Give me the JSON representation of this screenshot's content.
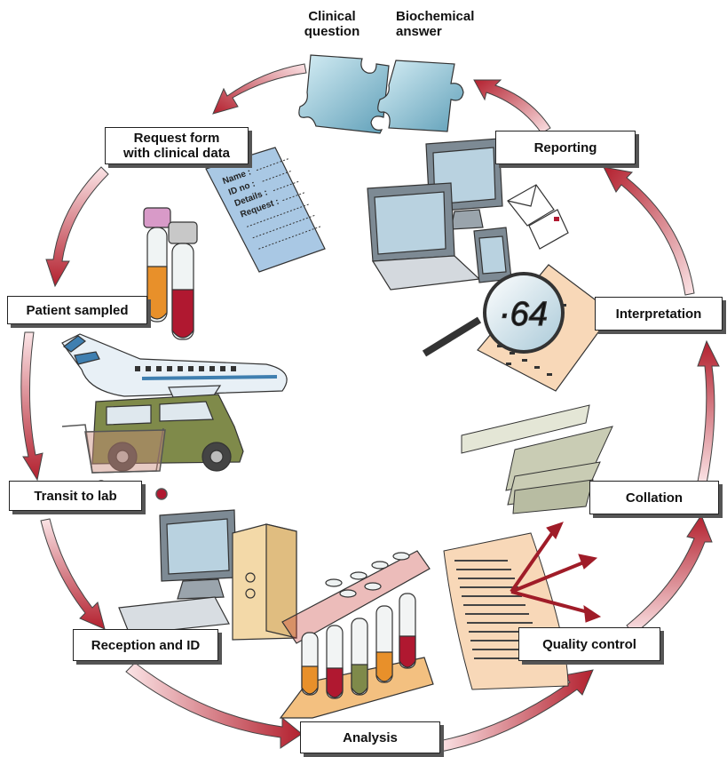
{
  "top_labels": {
    "clinical": "Clinical\nquestion",
    "biochemical": "Biochemical\nanswer"
  },
  "stages": {
    "request_form": "Request form\nwith clinical data",
    "patient_sampled": "Patient sampled",
    "transit": "Transit to lab",
    "reception": "Reception and ID",
    "analysis": "Analysis",
    "quality_control": "Quality control",
    "collation": "Collation",
    "interpretation": "Interpretation",
    "reporting": "Reporting"
  },
  "form_fields": [
    "Name :",
    "ID no :",
    "Details :",
    "Request :"
  ],
  "magnifier_value": "·64",
  "colors": {
    "arrow_dark": "#b3202e",
    "arrow_light": "#fbe4e6",
    "puzzle": "#7fb6cc",
    "van": "#7f8a4a",
    "plane_stripe": "#3f7fb0",
    "tube_red": "#b01830",
    "tube_orange": "#e8902a"
  }
}
